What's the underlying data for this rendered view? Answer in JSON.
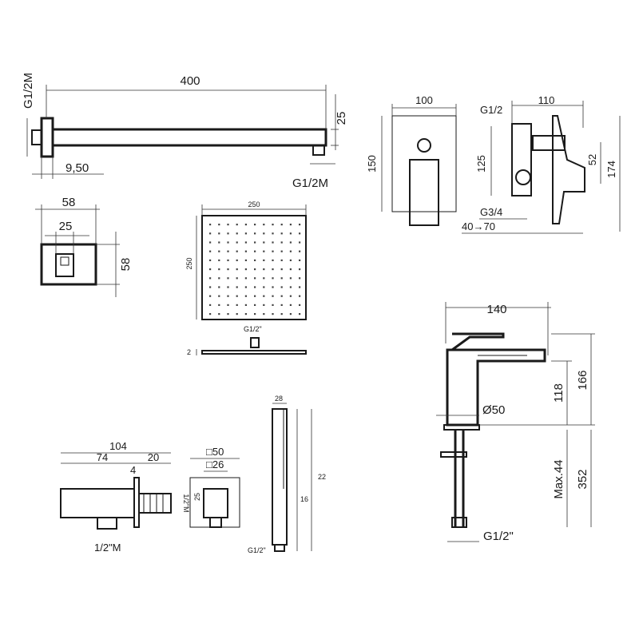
{
  "shower_arm": {
    "length": "400",
    "inlet": "G1/2M",
    "height": "25",
    "outlet": "G1/2M",
    "flange_offset": "9,50"
  },
  "wall_flange": {
    "outer": "58",
    "inner": "25",
    "height": "58"
  },
  "shower_head": {
    "width": "250",
    "depth": "250",
    "connection": "G1/2\"",
    "thickness": "2"
  },
  "diverter_front": {
    "width": "100",
    "height": "150"
  },
  "diverter_side": {
    "inlet": "G1/2",
    "width": "110",
    "body_height": "125",
    "outlet_height": "52",
    "total_height": "174",
    "main_thread": "G3/4",
    "depth_range": "40→70"
  },
  "basin_mixer": {
    "spout_reach": "140",
    "spout_height": "118",
    "total_height": "166",
    "base_diameter": "Ø50",
    "max_thickness": "Max.44",
    "hose_length": "352",
    "connection": "G1/2\""
  },
  "wall_outlet": {
    "total": "104",
    "body": "74",
    "thread_len": "20",
    "plate": "4",
    "outlet": "1/2\"M",
    "inlet": "1/2\"M"
  },
  "outlet_front": {
    "plate": "□50",
    "inner": "□26",
    "height": "25"
  },
  "hand_shower": {
    "width": "28",
    "length": "22",
    "head_length": "16",
    "connection": "G1/2\""
  }
}
